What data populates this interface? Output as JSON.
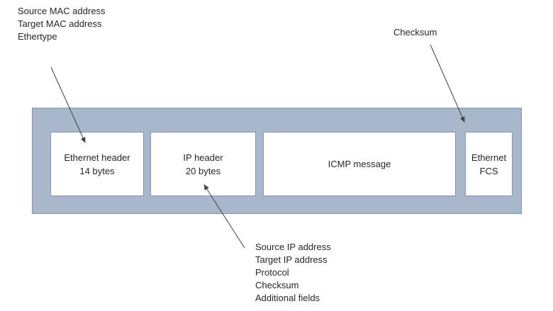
{
  "colors": {
    "frame_fill": "#a9b7cb",
    "frame_border": "#8094b6",
    "box_fill": "#ffffff",
    "box_border": "#8094b6",
    "arrow": "#404040",
    "text": "#262626",
    "background": "#ffffff"
  },
  "frame": {
    "boxes": [
      {
        "name": "ethernet-header",
        "lines": [
          "Ethernet header",
          "14 bytes"
        ]
      },
      {
        "name": "ip-header",
        "lines": [
          "IP header",
          "20 bytes"
        ]
      },
      {
        "name": "icmp-message",
        "lines": [
          "ICMP message"
        ]
      },
      {
        "name": "ethernet-fcs",
        "lines": [
          "Ethernet",
          "FCS"
        ]
      }
    ]
  },
  "annotations": {
    "mac": {
      "lines": [
        "Source MAC address",
        "Target MAC address",
        "Ethertype"
      ]
    },
    "checksum": {
      "label": "Checksum"
    },
    "ip": {
      "lines": [
        "Source IP address",
        "Target IP address",
        "Protocol",
        "Checksum",
        "Additional fields"
      ]
    }
  }
}
